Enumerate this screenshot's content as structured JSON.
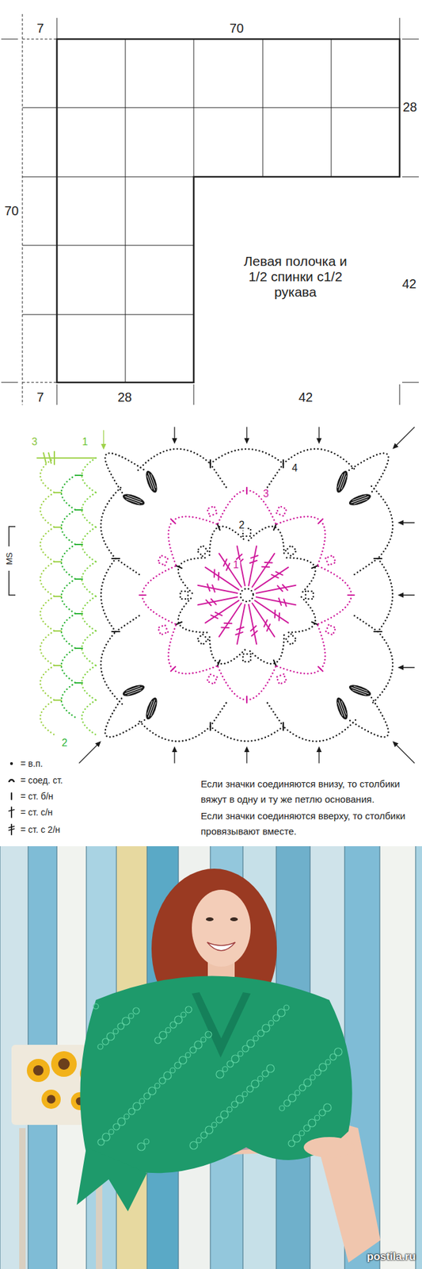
{
  "diagram": {
    "labels": [
      "7",
      "70",
      "28",
      "70",
      "42",
      "7",
      "28",
      "42",
      "Левая полочка и 1/2 спинки с1/2 рукава",
      "3",
      "1",
      "2",
      "MS",
      "1",
      "2",
      "3",
      "4",
      "Если значки соединяются внизу, то столбики вяжут в одну и ту же петлю основания.",
      "Если значки соединяются вверху, то столбики провязывают вместе.",
      "postila.ru"
    ],
    "legend": [
      {
        "text": "= в.п."
      },
      {
        "text": "= соед. ст."
      },
      {
        "text": "= ст. б/н"
      },
      {
        "text": "= ст. с/н"
      },
      {
        "text": "= ст. с 2/н"
      }
    ]
  }
}
